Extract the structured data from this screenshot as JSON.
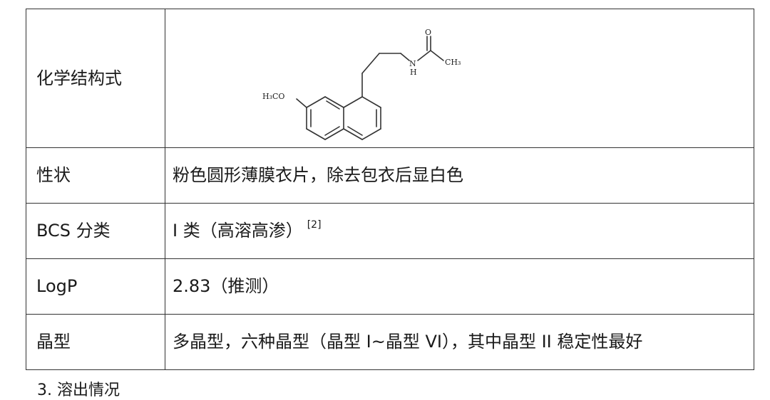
{
  "table": {
    "rows": [
      {
        "label": "化学结构式"
      },
      {
        "label": "性状",
        "value": "粉色圆形薄膜衣片，除去包衣后显白色"
      },
      {
        "label": "BCS 分类",
        "value": "I 类（高溶高渗）",
        "ref": "[2]"
      },
      {
        "label": "LogP",
        "value": "2.83（推测）"
      },
      {
        "label": "晶型",
        "value": "多晶型，六种晶型（晶型 I~晶型 VI），其中晶型 II 稳定性最好"
      }
    ]
  },
  "structure": {
    "methoxy": "H₃CO",
    "oxygen": "O",
    "nitrogen": "N",
    "hydrogen": "H",
    "methyl": "CH₃"
  },
  "caption": "3.  溶出情况"
}
